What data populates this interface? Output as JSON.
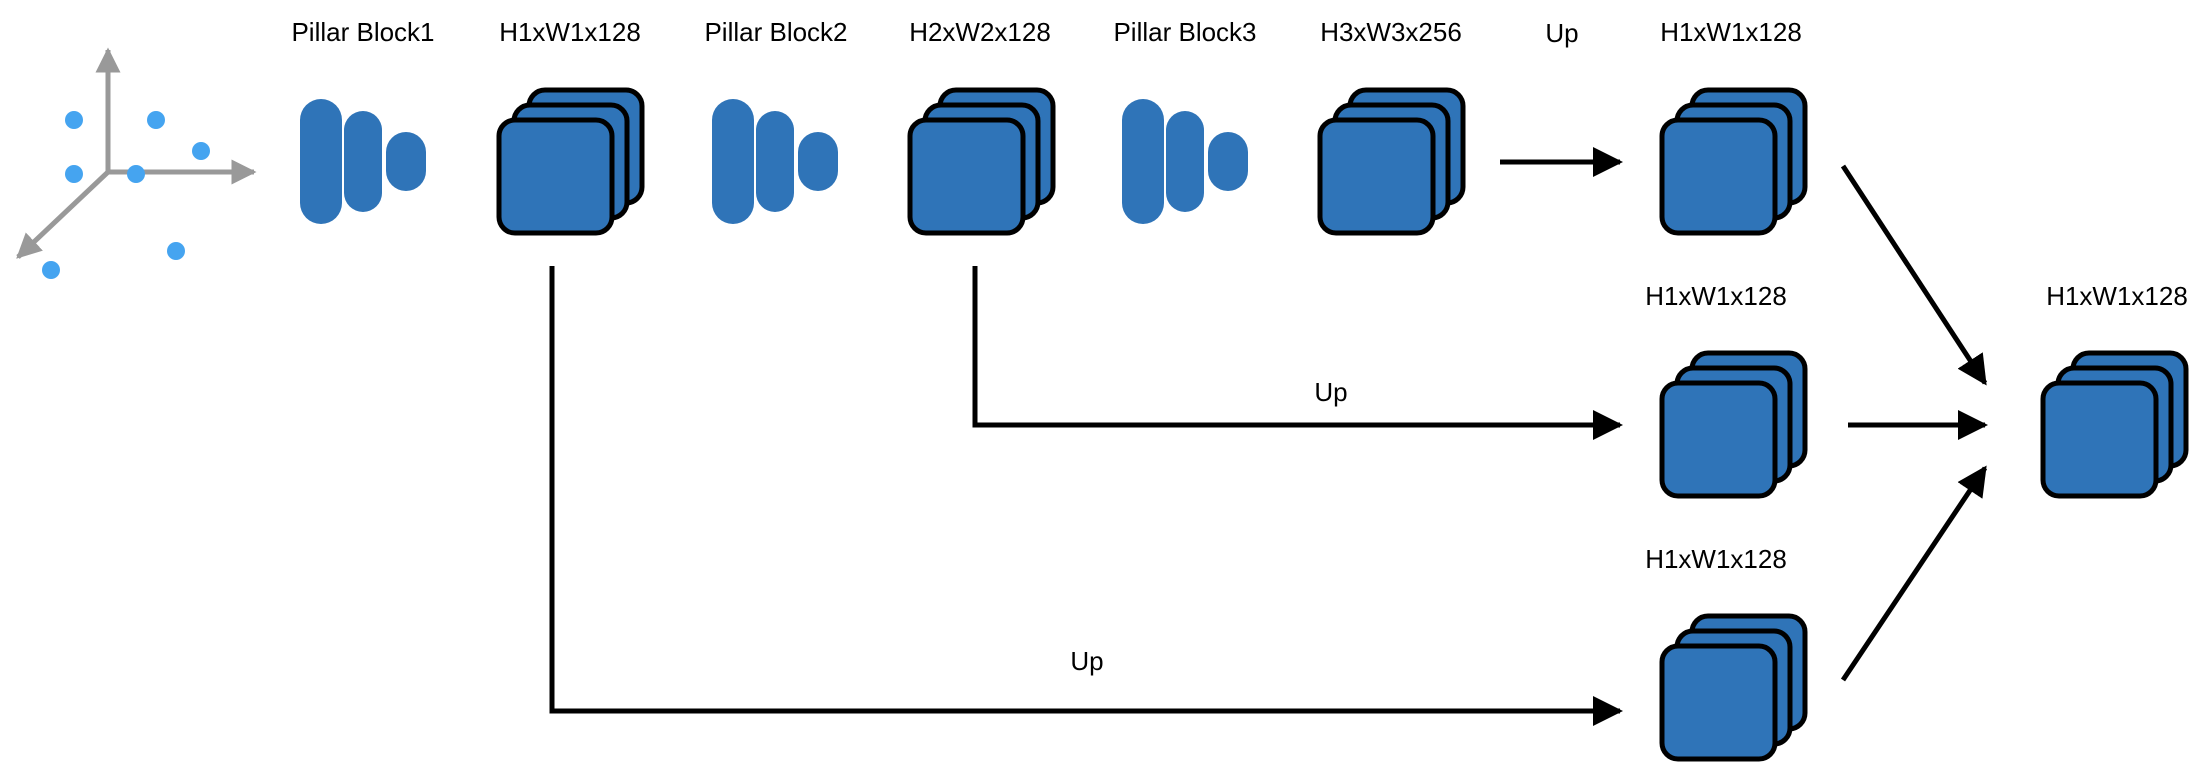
{
  "labels": {
    "pillar_block_1": "Pillar Block1",
    "feature_1": "H1xW1x128",
    "pillar_block_2": "Pillar Block2",
    "feature_2": "H2xW2x128",
    "pillar_block_3": "Pillar Block3",
    "feature_3": "H3xW3x256",
    "up_top": "Up",
    "up_feature_top": "H1xW1x128",
    "up_middle": "Up",
    "up_feature_middle": "H1xW1x128",
    "up_bottom": "Up",
    "up_feature_bottom": "H1xW1x128",
    "output_feature": "H1xW1x128"
  },
  "colors": {
    "block_fill": "#2f74b8",
    "block_stroke": "#000000",
    "pillar_fill": "#2f74b8",
    "point_fill": "#45a4f0",
    "axis_stroke": "#999999",
    "arrow_stroke": "#000000"
  },
  "icons": {
    "axes": "3d-axes-icon",
    "pillar": "pillar-block-icon",
    "stack": "feature-map-stack-icon"
  }
}
